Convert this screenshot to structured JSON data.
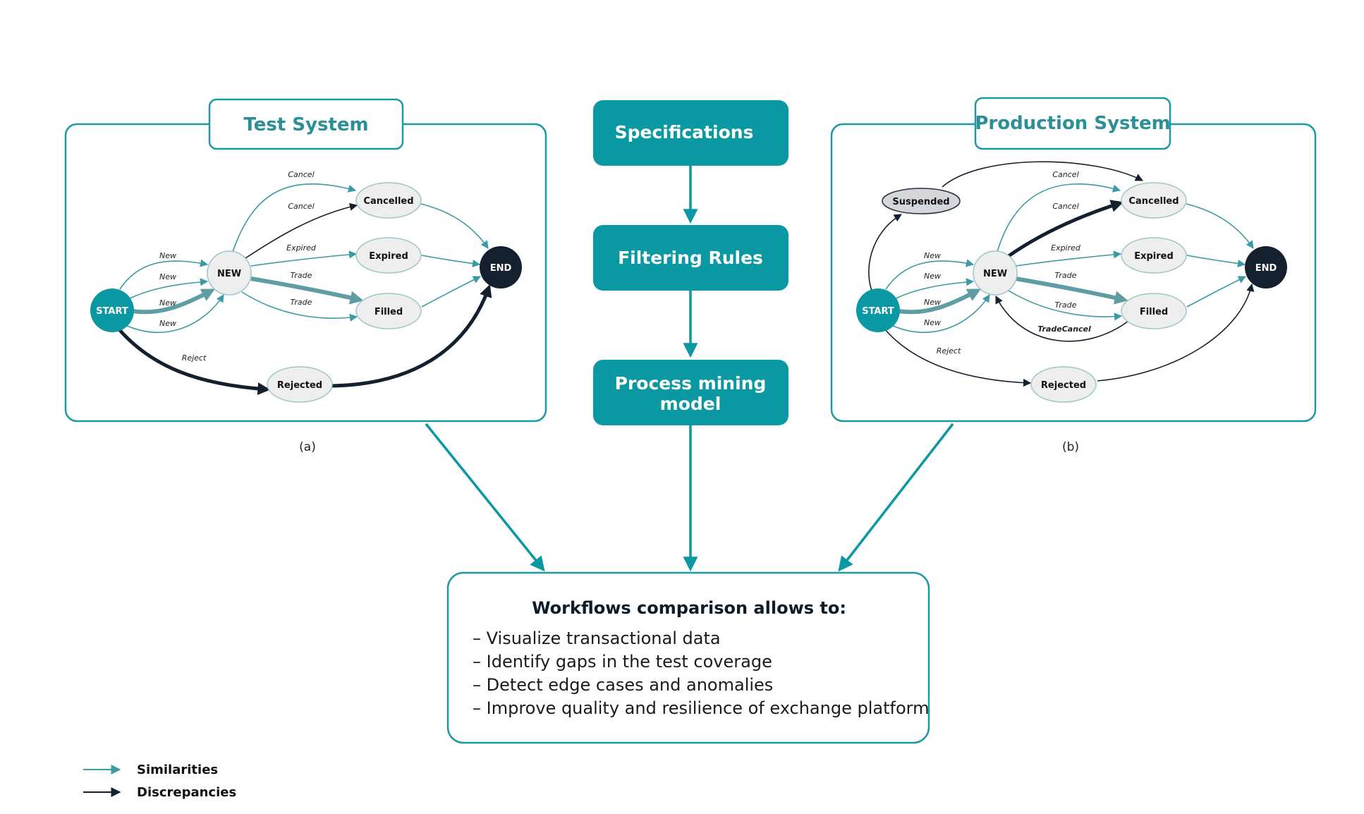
{
  "test_system": {
    "title": "Test System",
    "caption": "(a)",
    "nodes": {
      "start": "START",
      "new": "NEW",
      "cancelled": "Cancelled",
      "expired": "Expired",
      "filled": "Filled",
      "rejected": "Rejected",
      "end": "END"
    },
    "edge_labels": {
      "new1": "New",
      "new2": "New",
      "new3": "New",
      "new4": "New",
      "cancel1": "Cancel",
      "cancel2": "Cancel",
      "expired": "Expired",
      "trade1": "Trade",
      "trade2": "Trade",
      "reject": "Reject"
    }
  },
  "pipeline": {
    "step1": "Specifications",
    "step2": "Filtering Rules",
    "step3_line1": "Process mining",
    "step3_line2": "model"
  },
  "production_system": {
    "title": "Production System",
    "caption": "(b)",
    "nodes": {
      "start": "START",
      "new": "NEW",
      "suspended": "Suspended",
      "cancelled": "Cancelled",
      "expired": "Expired",
      "filled": "Filled",
      "rejected": "Rejected",
      "end": "END"
    },
    "edge_labels": {
      "new1": "New",
      "new2": "New",
      "new3": "New",
      "new4": "New",
      "cancel1": "Cancel",
      "cancel2": "Cancel",
      "expired": "Expired",
      "trade1": "Trade",
      "trade2": "Trade",
      "tradecancel": "TradeCancel",
      "reject": "Reject"
    }
  },
  "summary": {
    "title": "Workflows comparison allows to:",
    "items": [
      "– Visualize transactional data",
      "– Identify gaps in the test coverage",
      "– Detect edge cases and anomalies",
      "– Improve quality and resilience of exchange platform"
    ]
  },
  "legend": {
    "similarities": "Similarities",
    "discrepancies": "Discrepancies"
  },
  "colors": {
    "teal": "#0a98a3",
    "dark": "#14202e"
  }
}
